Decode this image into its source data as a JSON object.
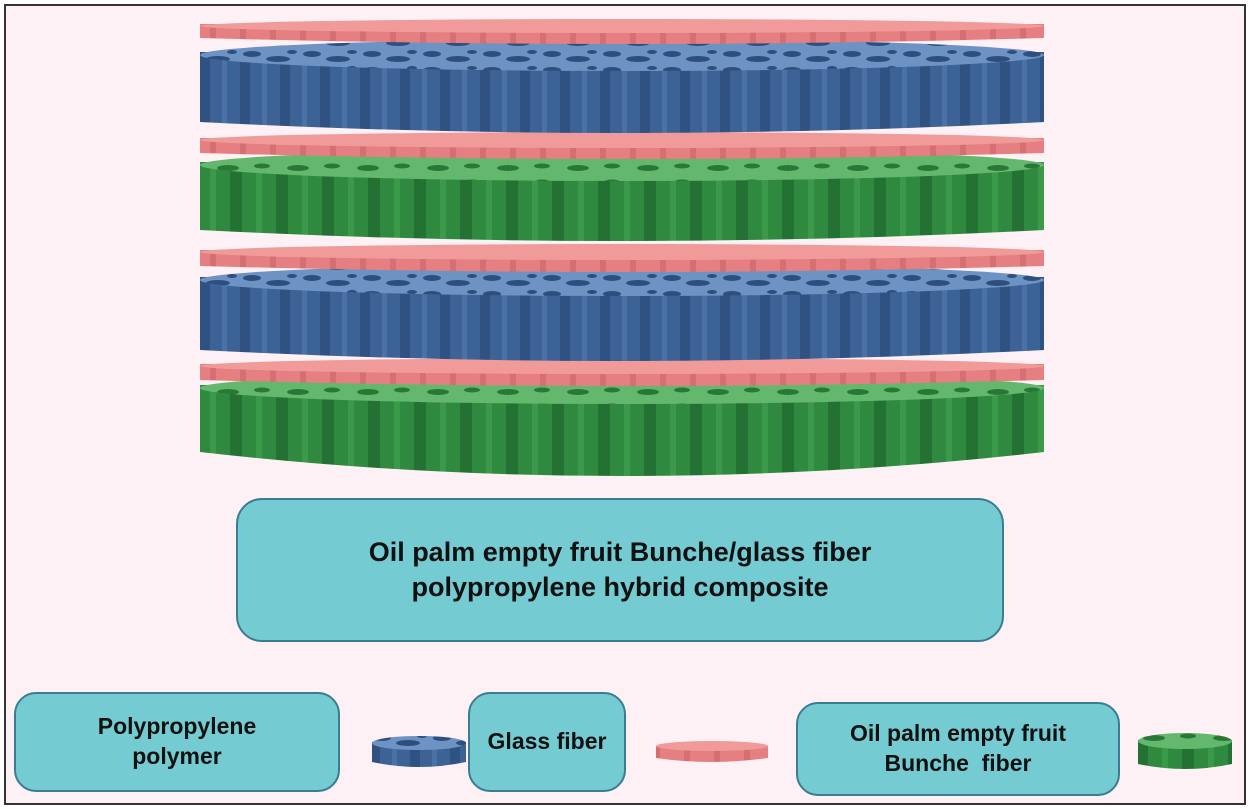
{
  "title": {
    "line1": "Oil palm empty fruit Bunche/glass fiber",
    "line2": "polypropylene hybrid composite"
  },
  "legend": {
    "polypropylene": {
      "line1": "Polypropylene",
      "line2": "polymer",
      "color": "#3a5f93"
    },
    "glass_fiber": {
      "line1": "Glass fiber",
      "color": "#e68585"
    },
    "oil_palm": {
      "line1": "Oil palm empty fruit",
      "line2": "Bunche  fiber",
      "color": "#2f8a3f"
    }
  },
  "stack": {
    "layers": [
      "glass_fiber",
      "polypropylene",
      "glass_fiber",
      "oil_palm",
      "glass_fiber",
      "polypropylene",
      "glass_fiber",
      "oil_palm"
    ]
  },
  "colors": {
    "blue_side": "#3a5f93",
    "blue_top": "#6c93c4",
    "green_side": "#2f8a3f",
    "green_top": "#63b86d",
    "pink_side": "#e68585",
    "pink_top": "#f19a9a",
    "box_fill": "#74ccd2",
    "background": "#fdf1f6"
  }
}
